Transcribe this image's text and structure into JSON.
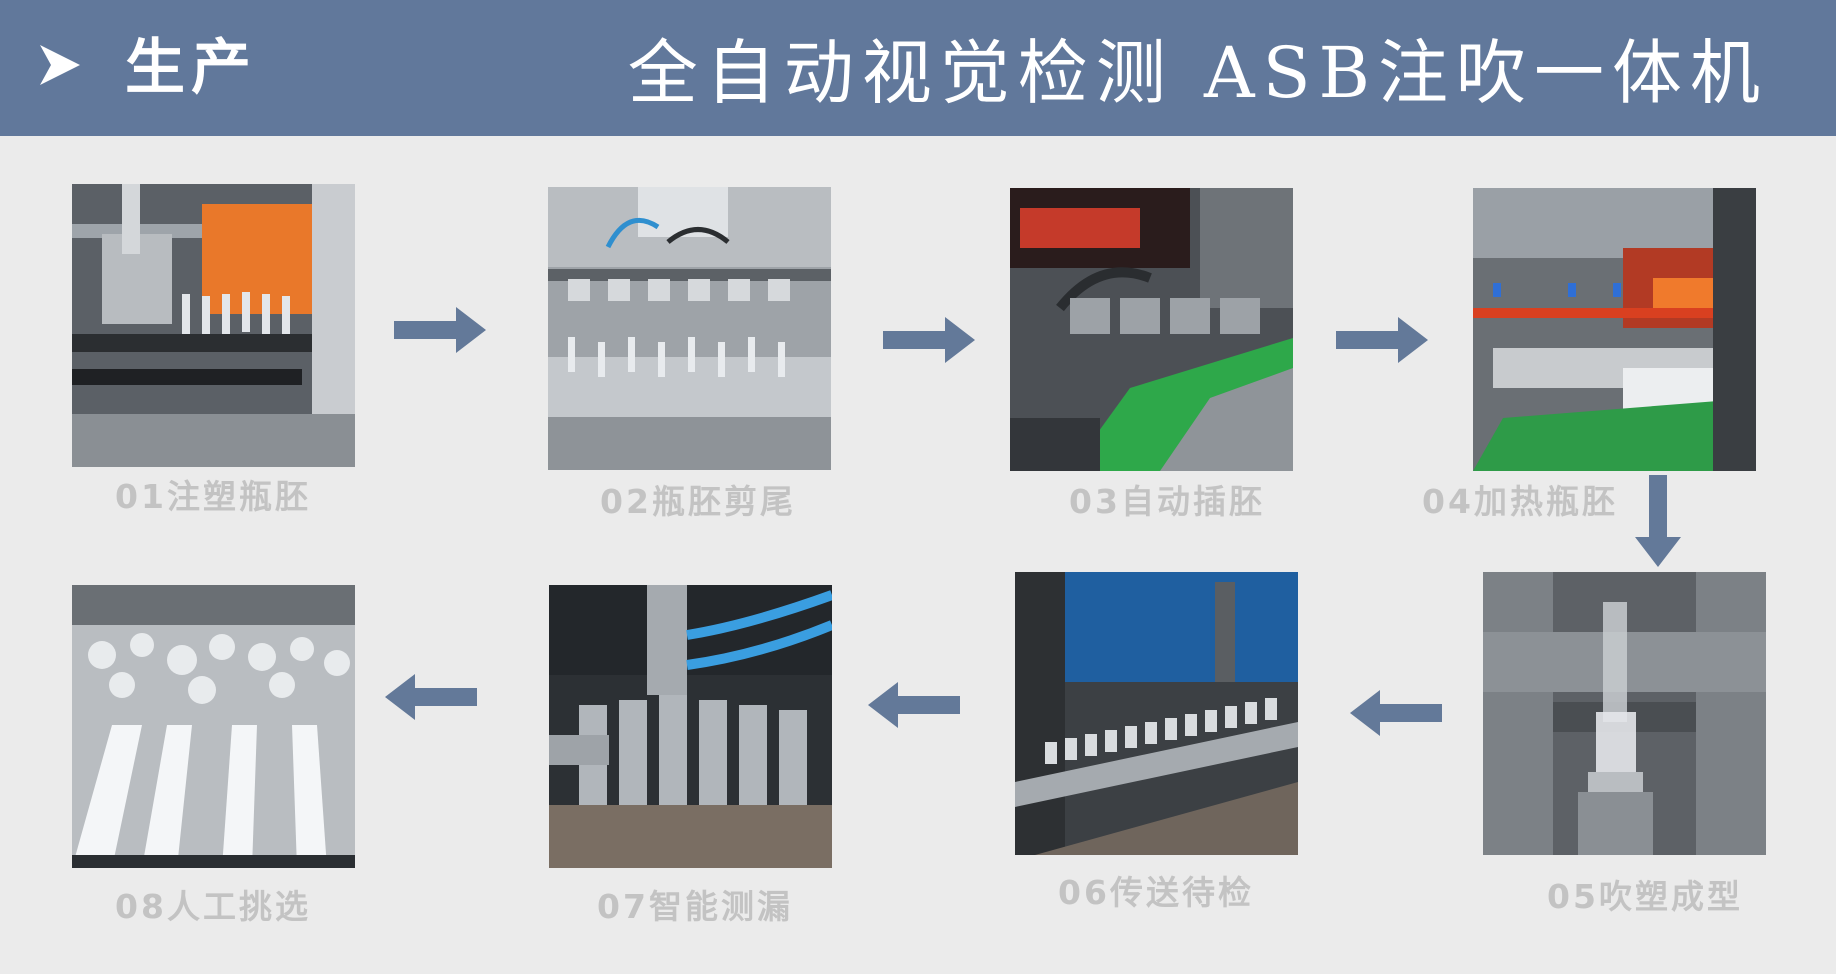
{
  "header": {
    "section_label": "生产",
    "title": "全自动视觉检测 ASB注吹一体机",
    "icon": "chevron-right-icon",
    "background": "#61789b"
  },
  "colors": {
    "arrow": "#637999",
    "label": "#c3c3c3",
    "page_background": "#ebebeb"
  },
  "steps": [
    {
      "label": "01注塑瓶胚"
    },
    {
      "label": "02瓶胚剪尾"
    },
    {
      "label": "03自动插胚"
    },
    {
      "label": "04加热瓶胚"
    },
    {
      "label": "05吹塑成型"
    },
    {
      "label": "06传送待检"
    },
    {
      "label": "07智能测漏"
    },
    {
      "label": "08人工挑选"
    }
  ]
}
